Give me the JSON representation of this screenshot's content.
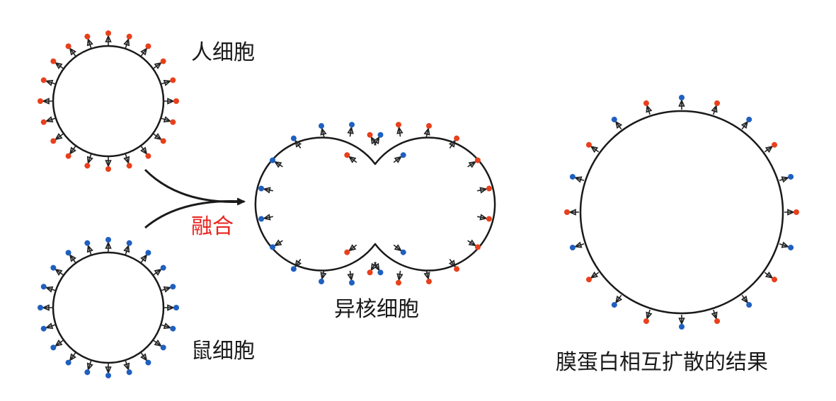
{
  "labels": {
    "human_cell": "人细胞",
    "mouse_cell": "鼠细胞",
    "fusion": "融合",
    "hybrid_cell": "异核细胞",
    "result": "膜蛋白相互扩散的结果"
  },
  "colors": {
    "human_protein": "#e8401c",
    "mouse_protein": "#1f5fbf",
    "fusion_label": "#e8231e",
    "membrane": "#1a1a1a",
    "text": "#1a1a1a"
  },
  "protein_counts": {
    "human_cell": 20,
    "mouse_cell": 20,
    "hybrid_cell": 28,
    "result_cell": 20
  }
}
